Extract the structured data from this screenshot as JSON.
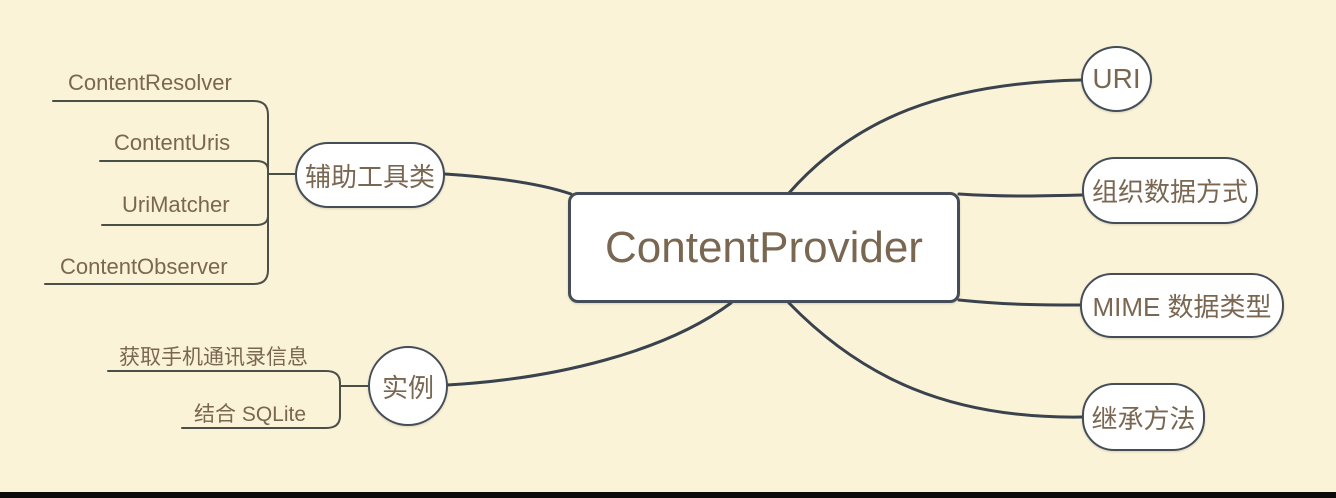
{
  "canvas": {
    "background_color": "#faf3d8",
    "branch_line_color": "#3a434d",
    "sub_line_color": "#4a4f48",
    "node_fill_color": "#ffffff",
    "node_border_color": "#454e58",
    "text_color": "#7a6751"
  },
  "root": {
    "label": "ContentProvider"
  },
  "right_branches": [
    {
      "label": "URI",
      "shape": "circle"
    },
    {
      "label": "组织数据方式",
      "shape": "pill"
    },
    {
      "label": "MIME 数据类型",
      "shape": "pill"
    },
    {
      "label": "继承方法",
      "shape": "pill"
    }
  ],
  "left_branches": [
    {
      "label": "辅助工具类",
      "shape": "pill",
      "children": [
        "ContentResolver",
        "ContentUris",
        "UriMatcher",
        "ContentObserver"
      ]
    },
    {
      "label": "实例",
      "shape": "circle",
      "children": [
        "获取手机通讯录信息",
        "结合 SQLite"
      ]
    }
  ]
}
